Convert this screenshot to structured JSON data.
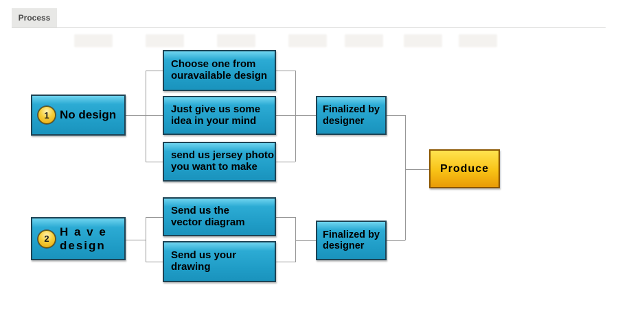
{
  "tab": {
    "label": "Process"
  },
  "colors": {
    "box_fill": "#22a3cb",
    "box_border": "#1e4354",
    "produce_fill": "#f8c216",
    "produce_border": "#8a5500",
    "circle_fill": "#f6ce3a",
    "connector": "#979797",
    "tab_bg": "#e8e8e6"
  },
  "diagram": {
    "groups": [
      {
        "number": "1",
        "source": "No design",
        "options": [
          "Choose one from\nouravailable design",
          "Just give us some\nidea in your mind",
          "send us jersey photo\nyou want to make"
        ],
        "result": "Finalized by\ndesigner"
      },
      {
        "number": "2",
        "source": "H a v e\ndesign",
        "options": [
          "Send  us  the\nvector diagram",
          "Send us your\ndrawing"
        ],
        "result": "Finalized by\ndesigner"
      }
    ],
    "final": "Produce"
  }
}
